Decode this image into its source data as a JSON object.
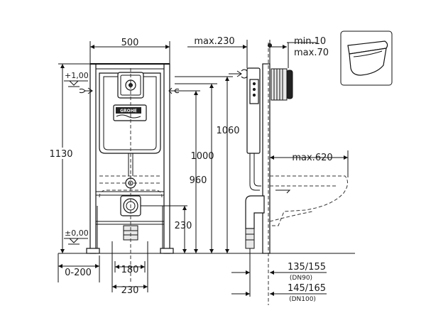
{
  "front_view": {
    "width": "500",
    "height_total": "1130",
    "level_top": "+1,00",
    "level_floor": "±0,00",
    "height_1060": "1060",
    "height_1000": "1000",
    "height_960": "960",
    "height_230": "230",
    "adjust_range": "0-200",
    "spacing_180": "180",
    "spacing_230": "230",
    "brand": "GROHE"
  },
  "side_view": {
    "max_230": "max.230",
    "min_10": "min.10",
    "max_70": "max.70",
    "max_620": "max.620",
    "dn90_value": "135/155",
    "dn90_label": "(DN90)",
    "dn100_value": "145/165",
    "dn100_label": "(DN100)"
  }
}
